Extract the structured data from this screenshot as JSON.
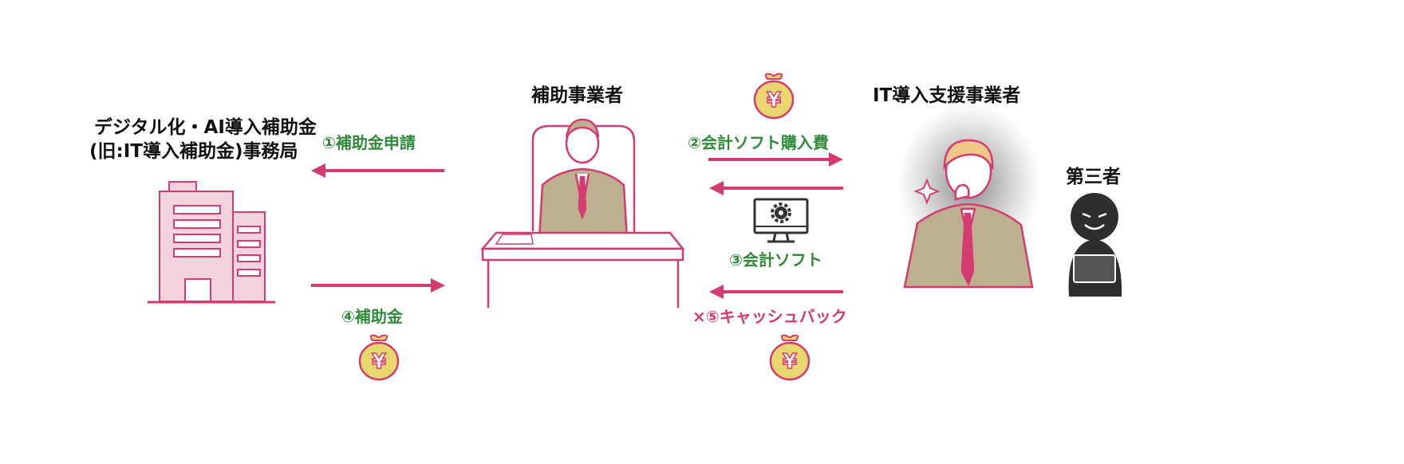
{
  "labels": {
    "office_line1": "デジタル化・AI導入補助金",
    "office_line2": "(旧:IT導入補助金)事務局",
    "business": "補助事業者",
    "vendor": "IT導入支援事業者",
    "third_party": "第三者"
  },
  "steps": {
    "step1": "①補助金申請",
    "step2": "②会計ソフト購入費",
    "step3": "③会計ソフト",
    "step4": "④補助金",
    "step5": "×⑤キャッシュバック"
  },
  "icons": {
    "money_bag_symbol": "¥"
  },
  "colors": {
    "arrow": "#d43b70",
    "step_text": "#2f8a3a",
    "bag": "#e8d66e",
    "suit": "#bcb08f"
  }
}
